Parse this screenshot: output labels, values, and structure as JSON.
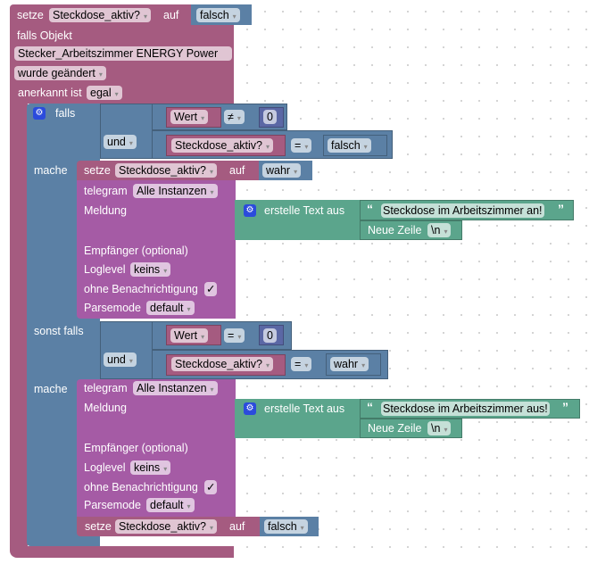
{
  "top_set": {
    "setze": "setze",
    "var": "Steckdose_aktiv?",
    "auf": "auf",
    "value": "falsch"
  },
  "trigger": {
    "falls_objekt": "falls Objekt",
    "object": "Stecker_Arbeitszimmer ENERGY  Power",
    "changed": "wurde geändert",
    "ack_label": "anerkannt ist",
    "ack": "egal"
  },
  "if": {
    "falls": "falls",
    "sonst_falls": "sonst falls",
    "mache": "mache",
    "und": "und"
  },
  "cond1": {
    "a": "Wert",
    "op": "≠",
    "num": "0",
    "b": "Steckdose_aktiv?",
    "op2": "=",
    "val": "falsch"
  },
  "cond2": {
    "a": "Wert",
    "op": "=",
    "num": "0",
    "b": "Steckdose_aktiv?",
    "op2": "=",
    "val": "wahr"
  },
  "set_wahr": {
    "setze": "setze",
    "var": "Steckdose_aktiv?",
    "auf": "auf",
    "value": "wahr"
  },
  "set_falsch": {
    "setze": "setze",
    "var": "Steckdose_aktiv?",
    "auf": "auf",
    "value": "falsch"
  },
  "telegram": {
    "label": "telegram",
    "instance": "Alle Instanzen",
    "meldung": "Meldung",
    "empf": "Empfänger (optional)",
    "loglevel": "Loglevel",
    "loglevel_val": "keins",
    "ohne": "ohne Benachrichtigung",
    "check": "✓",
    "parse": "Parsemode",
    "parse_val": "default"
  },
  "text1": {
    "label": "erstelle Text aus",
    "text": "Steckdose im Arbeitszimmer an!",
    "nl": "Neue Zeile",
    "nl_val": "\\n"
  },
  "text2": {
    "label": "erstelle Text aus",
    "text": "Steckdose im Arbeitszimmer aus!",
    "nl": "Neue Zeile",
    "nl_val": "\\n"
  },
  "dropdown_arrow": "▾",
  "quote_open": "“",
  "quote_close": "”"
}
